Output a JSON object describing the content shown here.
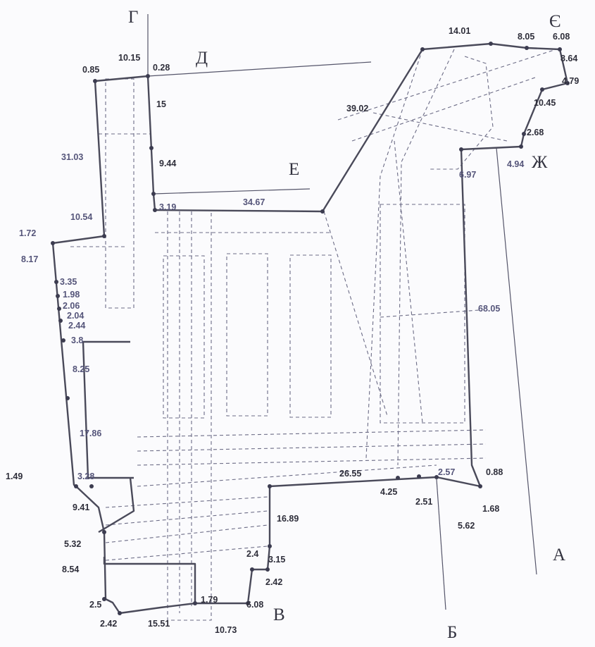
{
  "points": [
    {
      "id": "G",
      "label": "Г"
    },
    {
      "id": "D",
      "label": "Д"
    },
    {
      "id": "E",
      "label": "Е"
    },
    {
      "id": "YE",
      "label": "Є"
    },
    {
      "id": "ZH",
      "label": "Ж"
    },
    {
      "id": "A",
      "label": "А"
    },
    {
      "id": "B",
      "label": "Б"
    },
    {
      "id": "V",
      "label": "В"
    }
  ],
  "segments": [
    "10.15",
    "0.28",
    "0.85",
    "15",
    "31.03",
    "9.44",
    "3.19",
    "34.67",
    "10.54",
    "1.72",
    "8.17",
    "3.35",
    "1.98",
    "2.06",
    "2.04",
    "2.44",
    "3.8",
    "8.25",
    "17.86",
    "1.49",
    "3.28",
    "9.41",
    "5.32",
    "8.54",
    "2.5",
    "2.42",
    "15.51",
    "10.73",
    "1.79",
    "6.08",
    "2.42",
    "2.4",
    "3.15",
    "16.89",
    "26.55",
    "4.25",
    "2.51",
    "2.57",
    "0.88",
    "1.68",
    "5.62",
    "68.05",
    "39.02",
    "14.01",
    "8.05",
    "6.08",
    "8.64",
    "4.79",
    "10.45",
    "2.68",
    "6.97",
    "4.94"
  ],
  "colors": {
    "line": "#4a4a5a",
    "label": "#55557a",
    "paper": "#fbfbfd"
  }
}
